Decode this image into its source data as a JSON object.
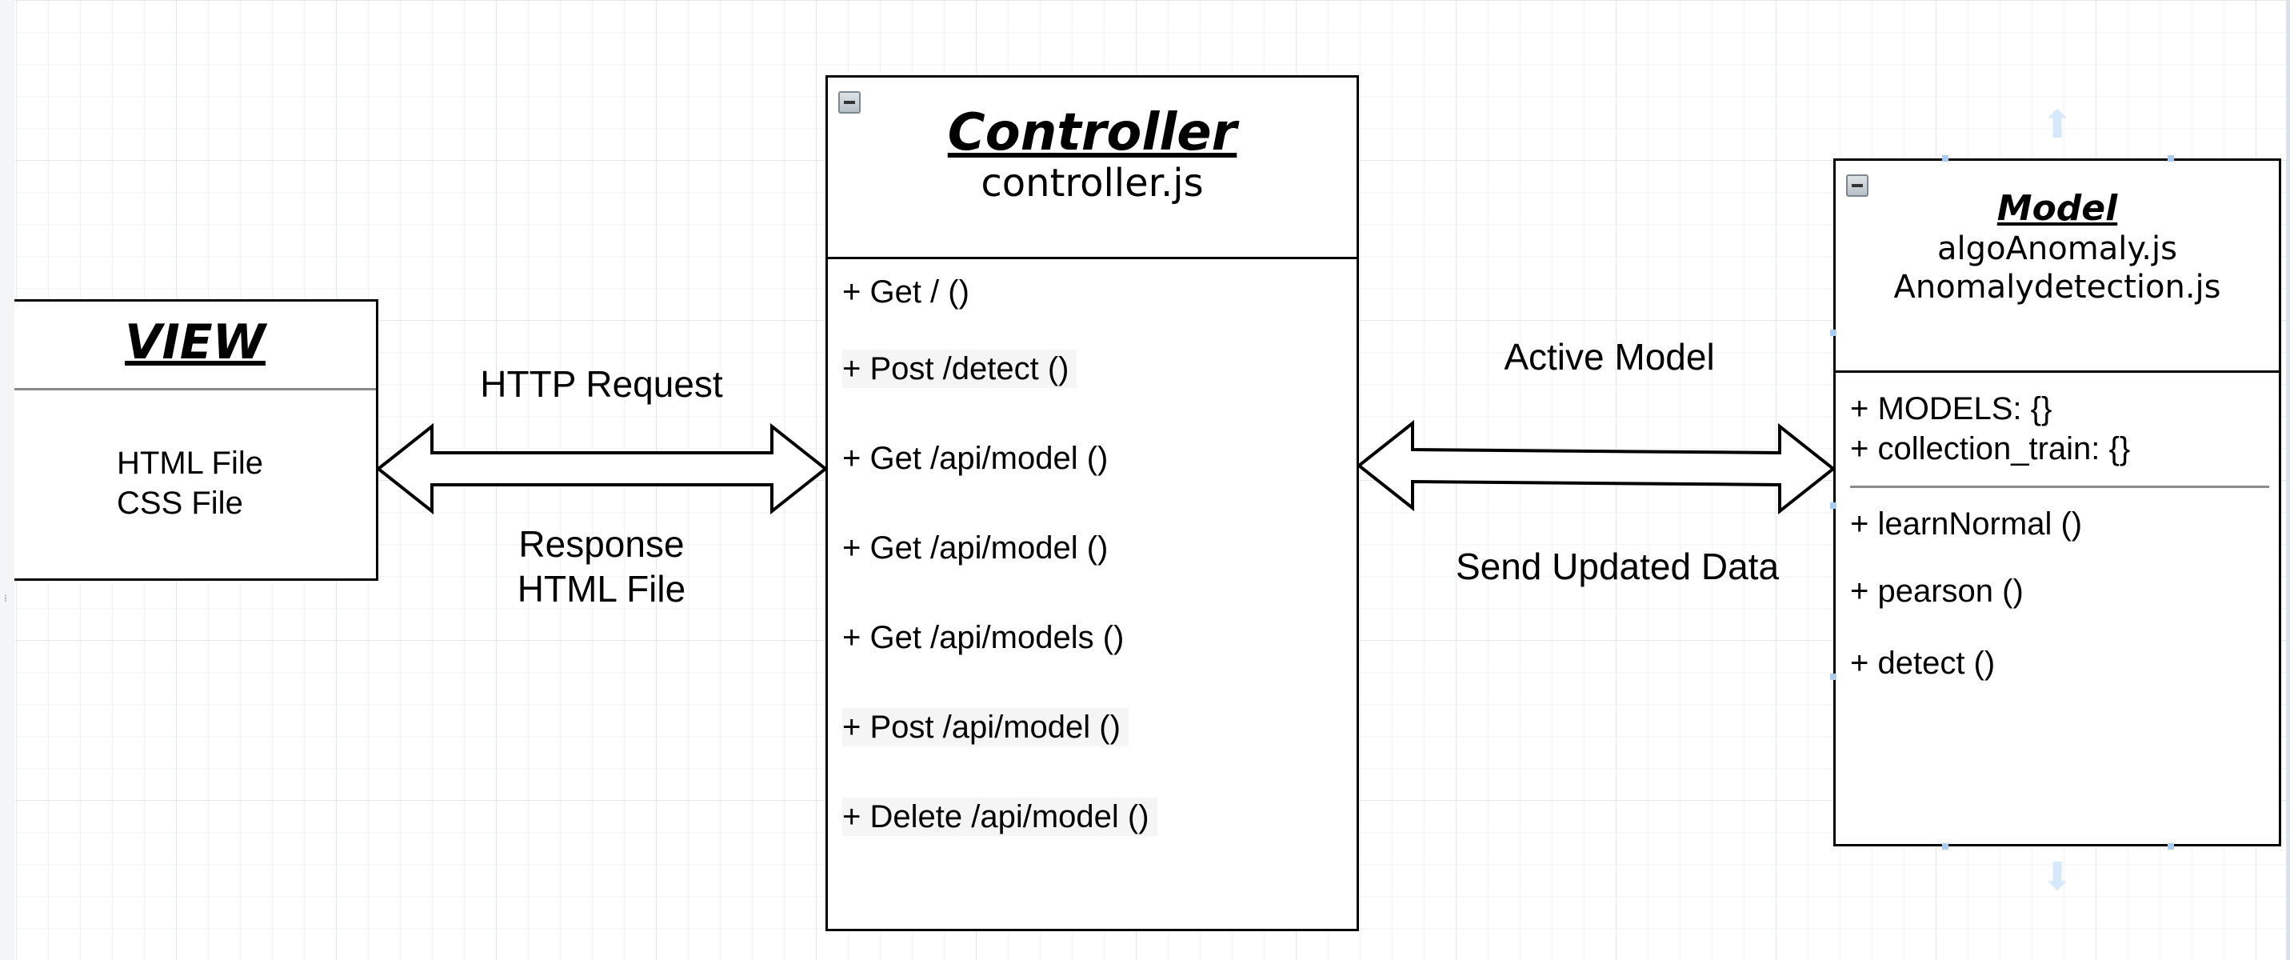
{
  "view": {
    "title": "VIEW",
    "items": [
      "HTML File",
      "CSS File"
    ]
  },
  "controller": {
    "title": "Controller",
    "file": "controller.js",
    "members": [
      "+ Get / ()",
      "+ Post /detect ()",
      "+ Get /api/model ()",
      "+ Get /api/model ()",
      "+ Get /api/models ()",
      "+ Post /api/model ()",
      "+ Delete /api/model ()"
    ]
  },
  "model": {
    "title": "Model",
    "files": [
      "algoAnomaly.js",
      "Anomalydetection.js"
    ],
    "attributes": [
      "+ MODELS: {}",
      "+ collection_train: {}"
    ],
    "methods": [
      "+ learnNormal ()",
      "+ pearson ()",
      "+ detect ()"
    ]
  },
  "connections": {
    "view_controller_top": "HTTP Request",
    "view_controller_bottom_line1": "Response",
    "view_controller_bottom_line2": "HTML File",
    "controller_model_top": "Active Model",
    "controller_model_bottom": "Send Updated Data"
  },
  "colors": {
    "stroke": "#000000",
    "grid": "#e2e8ee",
    "selection": "#a9cdf0"
  }
}
